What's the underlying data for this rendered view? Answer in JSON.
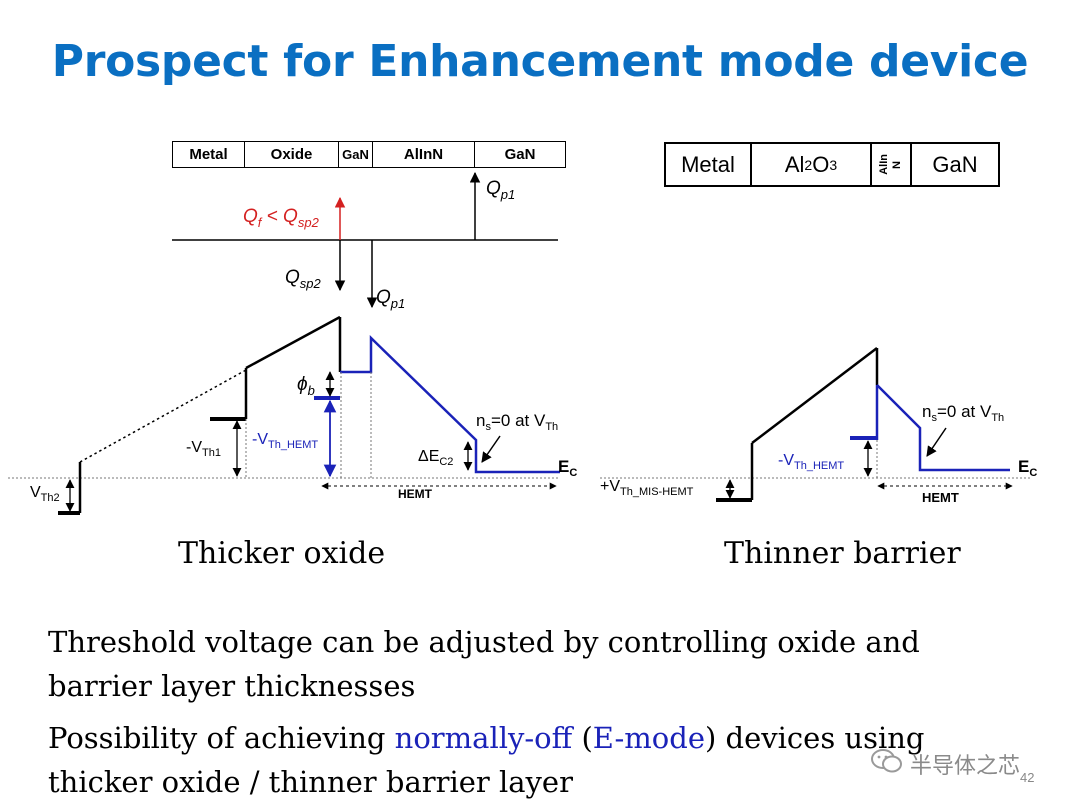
{
  "title": "Prospect for Enhancement mode device",
  "left_diagram": {
    "layers": [
      "Metal",
      "Oxide",
      "GaN",
      "AlInN",
      "GaN"
    ],
    "charge_labels": {
      "qp1_top": "Q",
      "qp1_top_sub": "p1",
      "qf_pre": "Q",
      "qf_sub": "f",
      "qf_lt": " < Q",
      "qsp2_sub": "sp2",
      "qsp2": "Q",
      "qsp2_sub2": "sp2",
      "qp1_bottom": "Q",
      "qp1_bottom_sub": "p1"
    },
    "phi_b": "ϕ",
    "phi_b_sub": "b",
    "vth_hemt_pre": "-V",
    "vth_hemt_sub": "Th_HEMT",
    "vth1_pre": "-V",
    "vth1_sub": "Th1",
    "vth2_pre": "V",
    "vth2_sub": "Th2",
    "dec2_pre": "ΔE",
    "dec2_sub": "C2",
    "ns_pre": "n",
    "ns_sub": "s",
    "ns_mid": "=0 at V",
    "ns_sub2": "Th",
    "ec_pre": "E",
    "ec_sub": "C",
    "hemt": "HEMT",
    "caption": "Thicker oxide"
  },
  "right_diagram": {
    "layers": {
      "metal": "Metal",
      "al2o3_pre": "Al",
      "al2o3_sub1": "2",
      "al2o3_mid": "O",
      "al2o3_sub2": "3",
      "alin": "AlIn",
      "n": "N",
      "gan": "GaN"
    },
    "vth_hemt_pre": "-V",
    "vth_hemt_sub": "Th_HEMT",
    "ns_pre": "n",
    "ns_sub": "s",
    "ns_mid": "=0 at V",
    "ns_sub2": "Th",
    "ec_pre": "E",
    "ec_sub": "C",
    "hemt": "HEMT",
    "vth_mis_pre": "+V",
    "vth_mis_sub": "Th_MIS-HEMT",
    "caption": "Thinner barrier"
  },
  "bullets": {
    "b1_line1": "Threshold voltage can be adjusted by controlling oxide and",
    "b1_line2": "barrier layer thicknesses",
    "b2_pre": "Possibility of  achieving ",
    "b2_blue1": "normally-off",
    "b2_mid": " (",
    "b2_blue2": "E-mode",
    "b2_post": ") devices using",
    "b2_line2": "thicker oxide / thinner barrier layer"
  },
  "watermark": "半导体之芯",
  "page_number": "42",
  "colors": {
    "title_blue": "#0a6fc2",
    "band_blue": "#1a22b8",
    "charge_red": "#d42020",
    "black": "#000000"
  }
}
